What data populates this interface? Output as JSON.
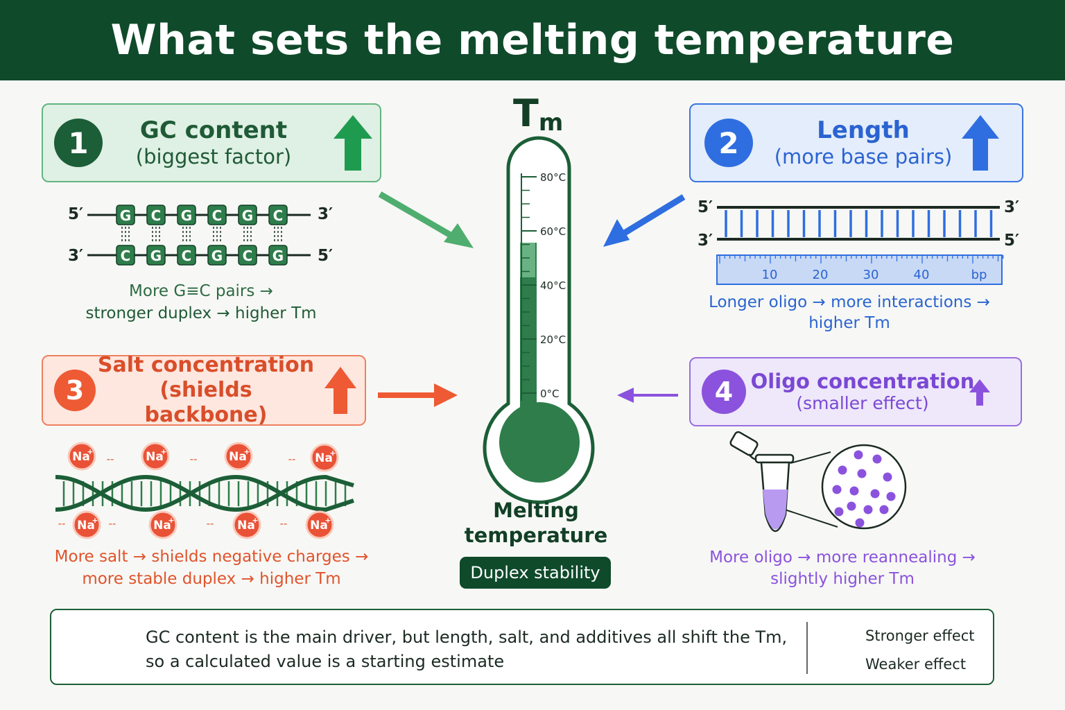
{
  "title": "What sets the melting temperature",
  "center": {
    "tm_symbol": "T",
    "tm_subscript": "m",
    "scale_labels": [
      "80°C",
      "60°C",
      "40°C",
      "20°C",
      "0°C"
    ],
    "fill_fraction": 0.62,
    "label_line1": "Melting",
    "label_line2": "temperature",
    "badge": "Duplex stability"
  },
  "factors": [
    {
      "number": "1",
      "title": "GC content",
      "subtitle": "(biggest factor)",
      "color": "#1c5e37",
      "caption_line1": "More G≡C pairs →",
      "caption_line2": "stronger duplex → higher Tm"
    },
    {
      "number": "2",
      "title": "Length",
      "subtitle": "(more base pairs)",
      "color": "#2f6ee0",
      "caption_line1": "Longer oligo → more interactions →",
      "caption_line2": "higher Tm"
    },
    {
      "number": "3",
      "title": "Salt concentration",
      "subtitle": "(shields backbone)",
      "color": "#ee5a34",
      "caption_line1": "More salt → shields negative charges →",
      "caption_line2": "more stable duplex → higher Tm"
    },
    {
      "number": "4",
      "title": "Oligo concentration",
      "subtitle": "(smaller effect)",
      "color": "#8b52de",
      "caption_line1": "More oligo → more reannealing →",
      "caption_line2": "slightly higher Tm"
    }
  ],
  "gc_strand": {
    "top_bases": [
      "G",
      "C",
      "G",
      "C",
      "G",
      "C"
    ],
    "bottom_bases": [
      "C",
      "G",
      "C",
      "G",
      "C",
      "G"
    ],
    "end_5": "5′",
    "end_3": "3′"
  },
  "ruler": {
    "labels": [
      "10",
      "20",
      "30",
      "40",
      "bp"
    ]
  },
  "salt": {
    "ion_label": "Na",
    "ion_charge": "+",
    "charge_mark": "--"
  },
  "summary": {
    "line1": "GC content is the main driver, but length, salt, and additives all shift the Tm,",
    "line2": "so a calculated value is a starting estimate",
    "legend_strong": "Stronger effect",
    "legend_weak": "Weaker effect"
  }
}
